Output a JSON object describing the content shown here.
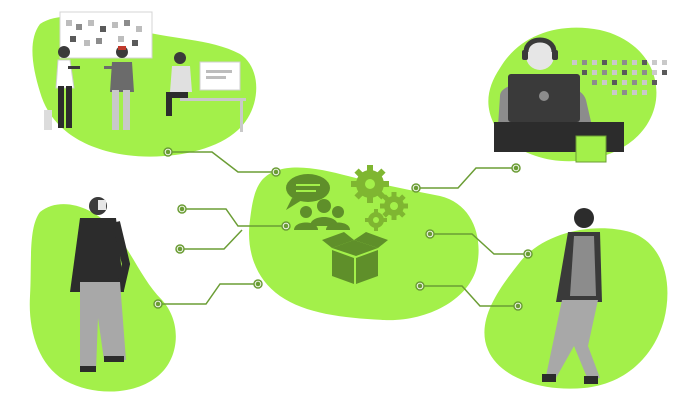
{
  "colors": {
    "accent": "#a3f04a",
    "accent_dark": "#5f8f2a",
    "line": "#6b9d35",
    "gray_dark": "#3a3a3a",
    "gray_mid": "#8c8c8c",
    "gray_light": "#c9c9c9"
  },
  "scenes": [
    {
      "name": "team-brainstorm-scene",
      "icon": "people-at-board"
    },
    {
      "name": "support-agent-scene",
      "icon": "headset-operator"
    },
    {
      "name": "standing-man-scene",
      "icon": "person"
    },
    {
      "name": "walking-woman-scene",
      "icon": "person"
    },
    {
      "name": "central-hub",
      "icons": [
        "chat-icon",
        "users-icon",
        "gears-icon",
        "box-icon"
      ]
    }
  ]
}
